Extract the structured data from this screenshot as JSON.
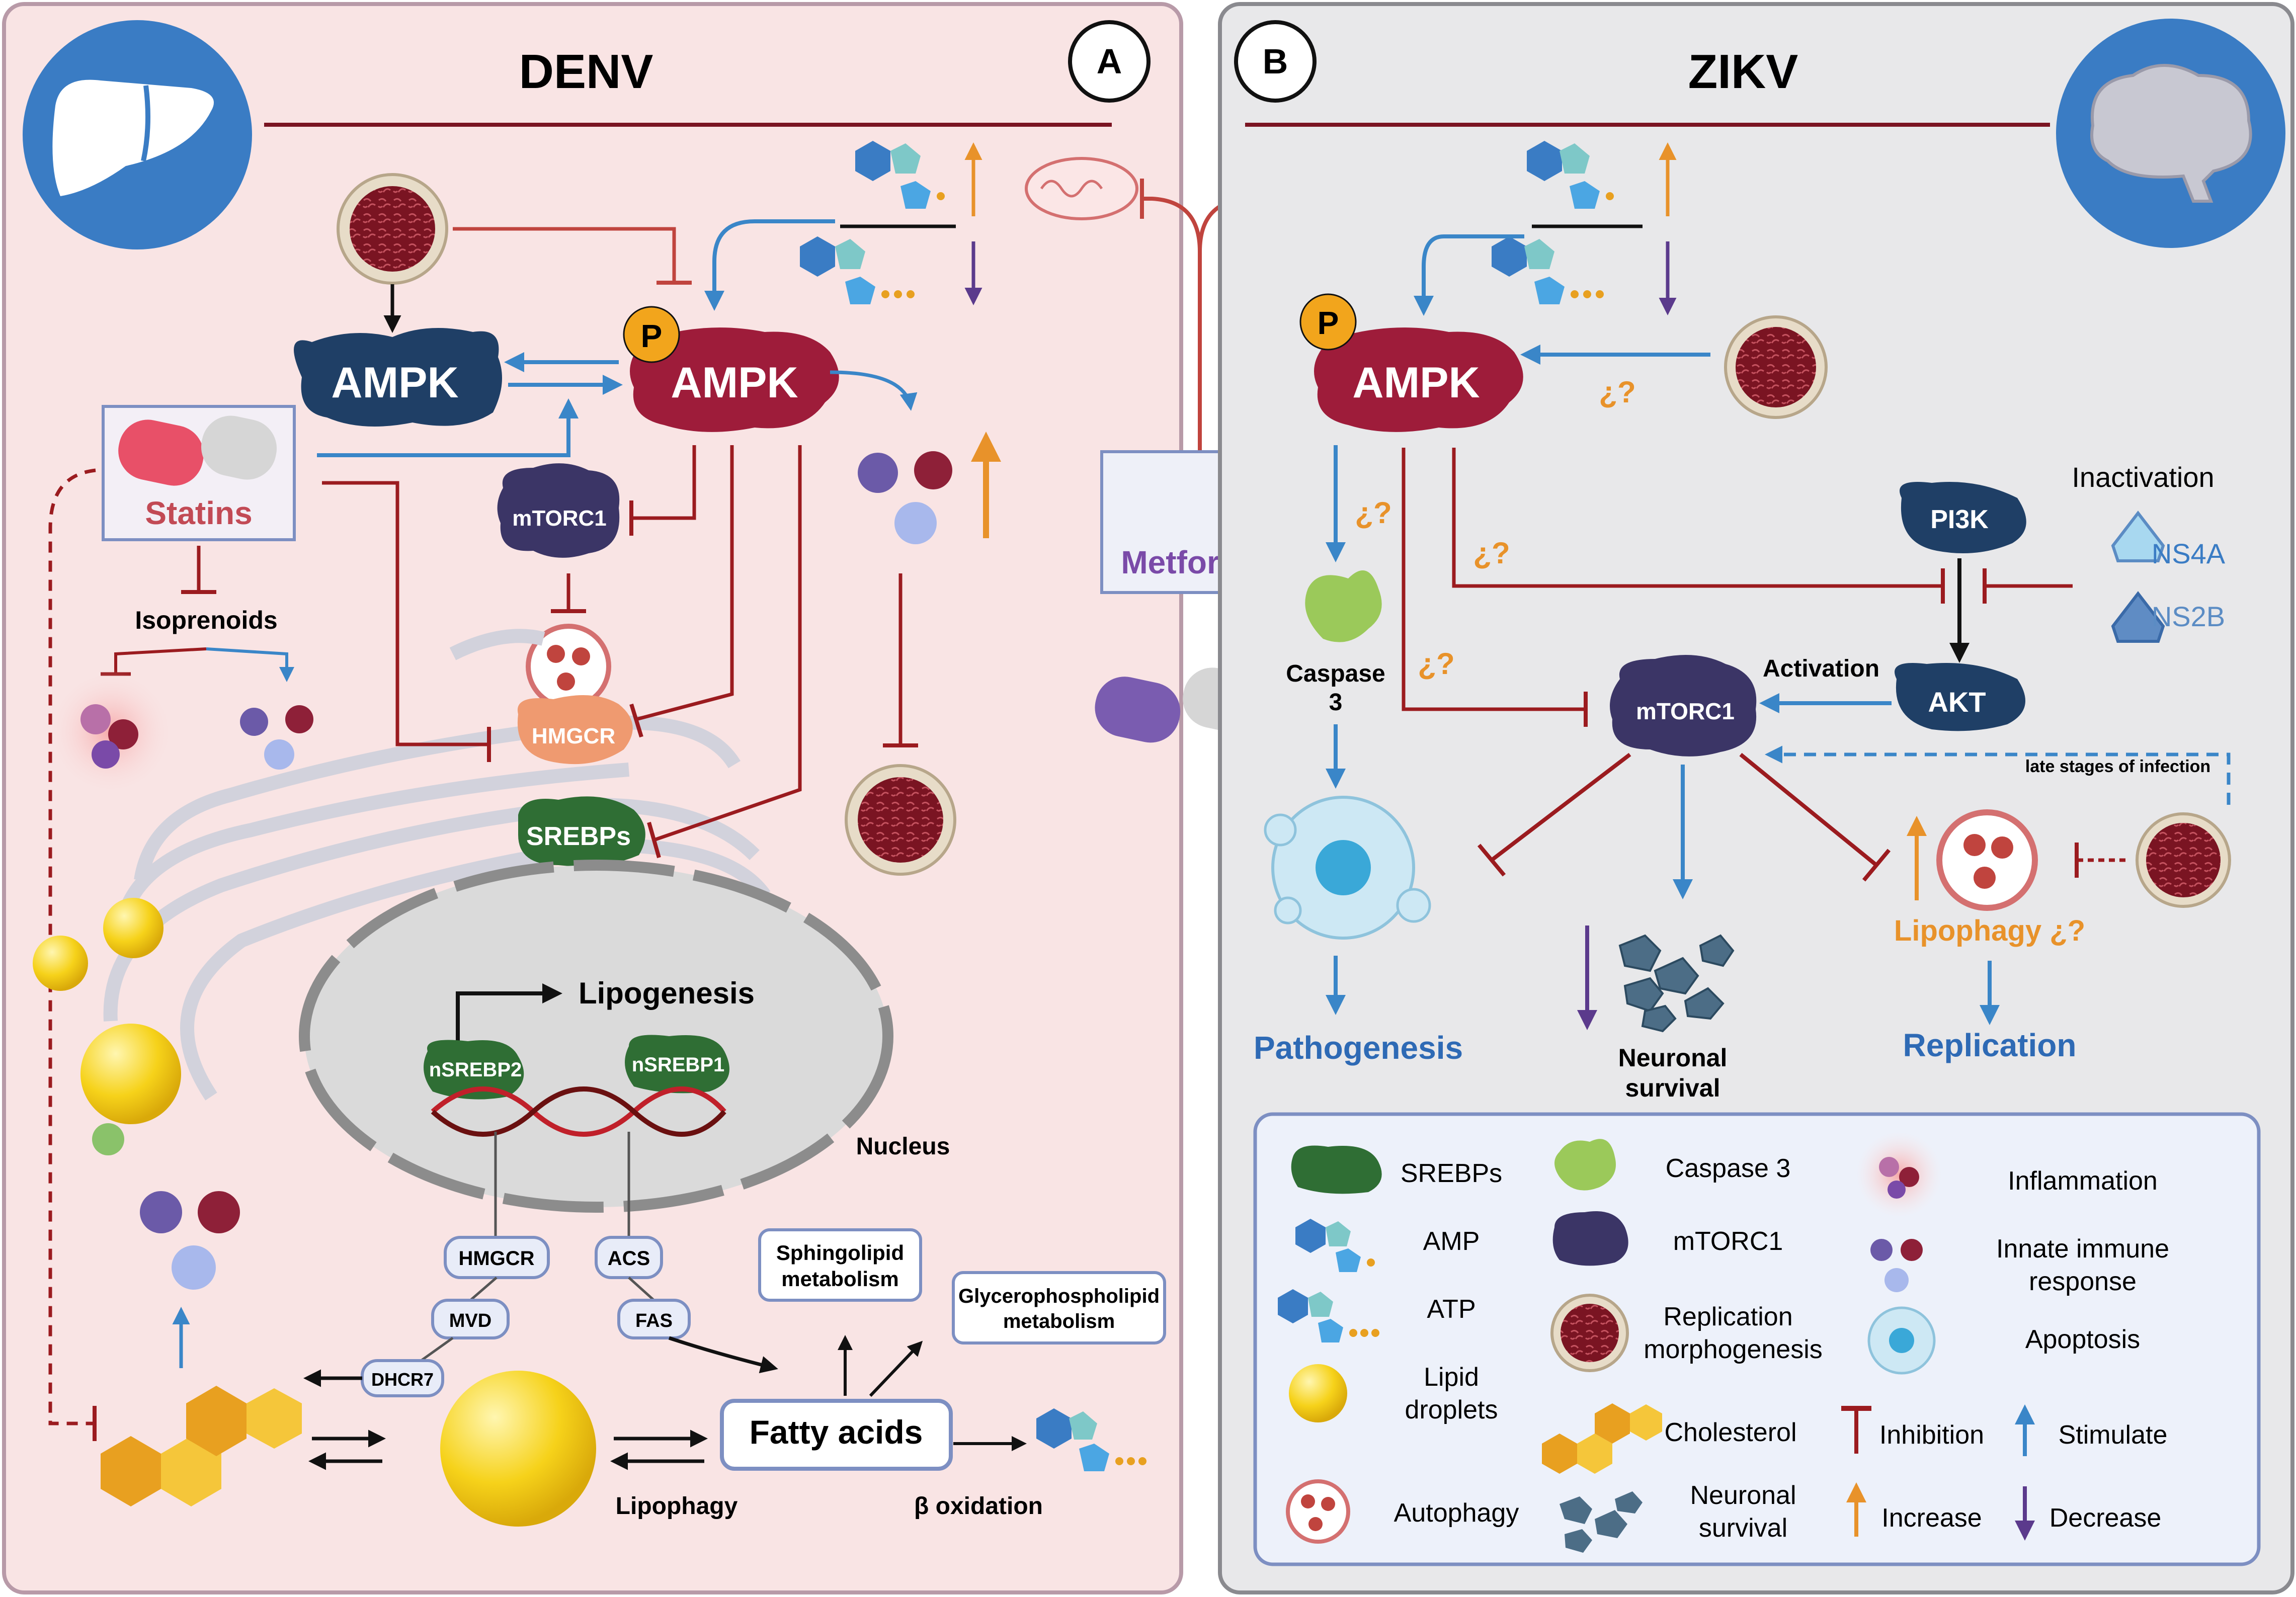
{
  "panelA": {
    "letter": "A",
    "title": "DENV",
    "ampk": "AMPK",
    "ampk_p": "AMPK",
    "p": "P",
    "statins": "Statins",
    "isoprenoids": "Isoprenoids",
    "mtorc1": "mTORC1",
    "hmgcr": "HMGCR",
    "srebps": "SREBPs",
    "lipogenesis": "Lipogenesis",
    "nsrebp2": "nSREBP2",
    "nsrebp1": "nSREBP1",
    "nucleus": "Nucleus",
    "enzymes": {
      "hmgcr": "HMGCR",
      "mvd": "MVD",
      "dhcr7": "DHCR7",
      "acs": "ACS",
      "fas": "FAS"
    },
    "sphingo": [
      "Sphingolipid",
      "metabolism"
    ],
    "glycero": [
      "Glycerophospholipid",
      "metabolism"
    ],
    "fatty_acids": "Fatty acids",
    "lipophagy": "Lipophagy",
    "beta_ox": "β oxidation"
  },
  "center": {
    "metformin": "Metformin"
  },
  "panelB": {
    "letter": "B",
    "title": "ZIKV",
    "ampk_p": "AMPK",
    "p": "P",
    "q": "¿?",
    "caspase": [
      "Caspase",
      "3"
    ],
    "pi3k": "PI3K",
    "inactivation": "Inactivation",
    "ns4a": "NS4A",
    "ns2b": "NS2B",
    "activation": "Activation",
    "akt": "AKT",
    "mtorc1": "mTORC1",
    "late": "late stages of infection",
    "pathogenesis": "Pathogenesis",
    "neuronal": [
      "Neuronal",
      "survival"
    ],
    "lipophagy_q": "Lipophagy ¿?",
    "replication": "Replication"
  },
  "legend": {
    "srebps": "SREBPs",
    "amp": "AMP",
    "atp": "ATP",
    "lipid": [
      "Lipid",
      "droplets"
    ],
    "autophagy": "Autophagy",
    "caspase3": "Caspase 3",
    "mtorc1": "mTORC1",
    "replication": [
      "Replication",
      "morphogenesis"
    ],
    "cholesterol": "Cholesterol",
    "neuronal": [
      "Neuronal",
      "survival"
    ],
    "inflammation": "Inflammation",
    "innate": [
      "Innate immune",
      "response"
    ],
    "apoptosis": "Apoptosis",
    "inhibition": "Inhibition",
    "stimulate": "Stimulate",
    "increase": "Increase",
    "decrease": "Decrease"
  },
  "colors": {
    "panelA_bg": "#f9e4e4",
    "panelB_bg": "#e8e8ea",
    "inhibit": "#9b1b1f",
    "stimulate": "#3a86c8",
    "increase": "#e8922a",
    "decrease": "#5b3a8c",
    "ampk_blue": "#1f3f66",
    "ampk_red": "#9e1c3a",
    "mtorc1": "#3b3566",
    "srebp": "#2f6e34"
  }
}
